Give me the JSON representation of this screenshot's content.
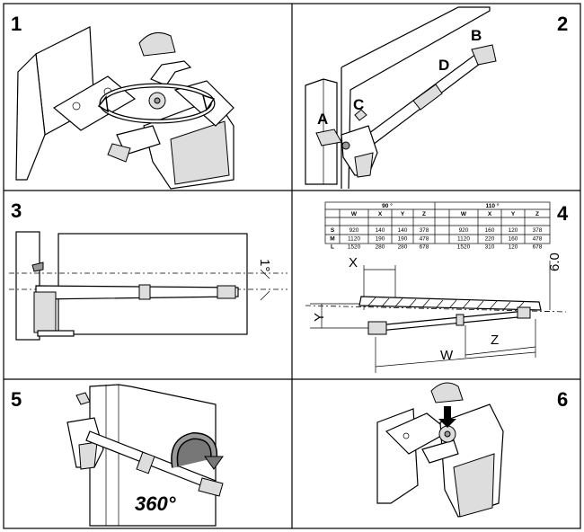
{
  "panels": [
    {
      "number": "1"
    },
    {
      "number": "2",
      "labels": {
        "a": "A",
        "b": "B",
        "c": "C",
        "d": "D"
      }
    },
    {
      "number": "3",
      "angle": "1°"
    },
    {
      "number": "4",
      "table": {
        "headers_top": [
          "90 °",
          "110 °"
        ],
        "headers": [
          "",
          "W",
          "X",
          "Y",
          "Z",
          "W",
          "X",
          "Y",
          "Z"
        ],
        "rows": [
          [
            "S",
            "920",
            "140",
            "140",
            "378",
            "920",
            "160",
            "120",
            "378"
          ],
          [
            "M",
            "1120",
            "190",
            "190",
            "478",
            "1120",
            "220",
            "160",
            "478"
          ],
          [
            "L",
            "1520",
            "280",
            "280",
            "678",
            "1520",
            "310",
            "120",
            "678"
          ]
        ]
      },
      "dims": {
        "x": "X",
        "y": "Y",
        "w": "W",
        "z": "Z",
        "offset": "6.0"
      }
    },
    {
      "number": "5",
      "rotation": "360°"
    },
    {
      "number": "6"
    }
  ]
}
